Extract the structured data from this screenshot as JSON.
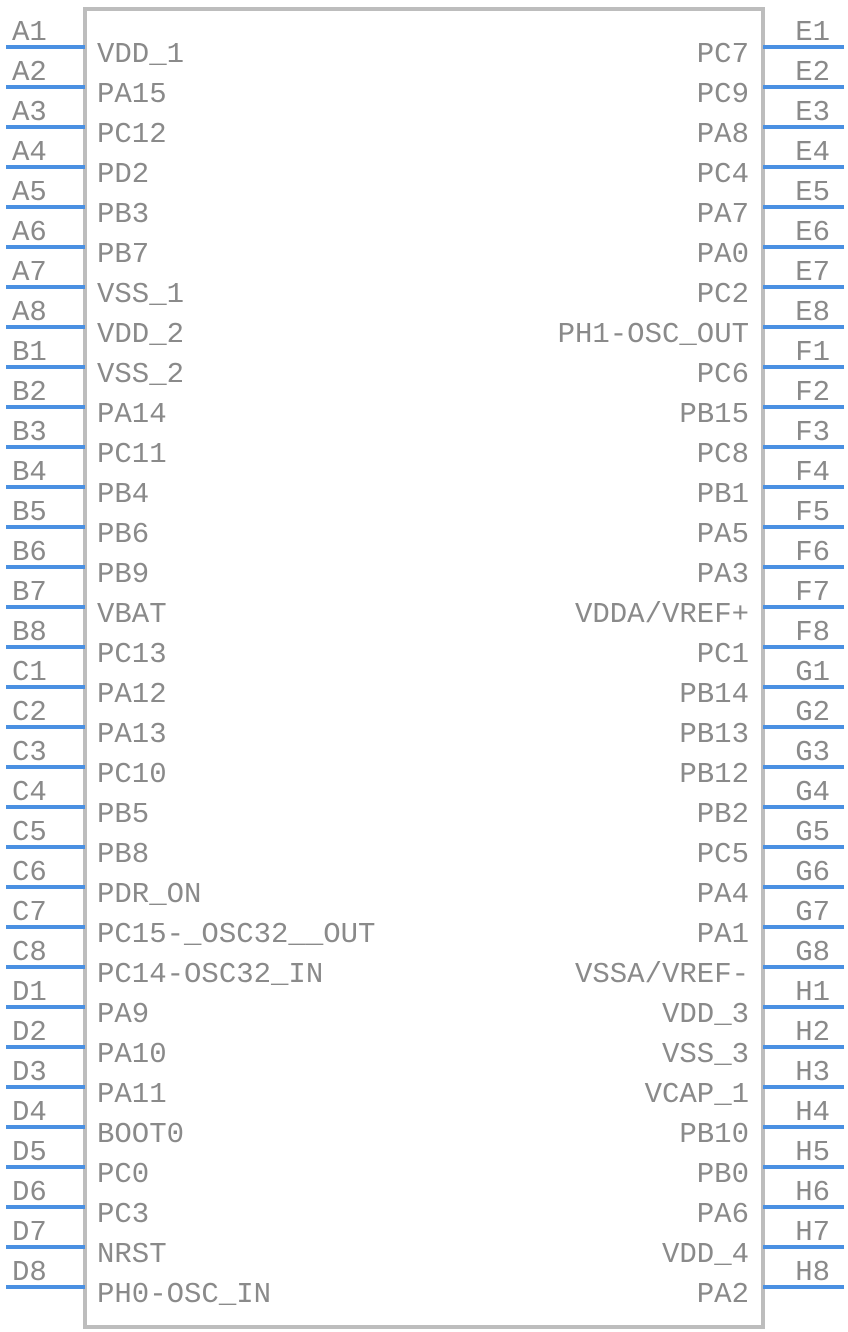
{
  "symbol": {
    "line_color": "#4a90e2",
    "outline_color": "#bdbdbd",
    "text_color": "#8a8a8a",
    "left_pins": [
      {
        "number": "A1",
        "name": "VDD_1"
      },
      {
        "number": "A2",
        "name": "PA15"
      },
      {
        "number": "A3",
        "name": "PC12"
      },
      {
        "number": "A4",
        "name": "PD2"
      },
      {
        "number": "A5",
        "name": "PB3"
      },
      {
        "number": "A6",
        "name": "PB7"
      },
      {
        "number": "A7",
        "name": "VSS_1"
      },
      {
        "number": "A8",
        "name": "VDD_2"
      },
      {
        "number": "B1",
        "name": "VSS_2"
      },
      {
        "number": "B2",
        "name": "PA14"
      },
      {
        "number": "B3",
        "name": "PC11"
      },
      {
        "number": "B4",
        "name": "PB4"
      },
      {
        "number": "B5",
        "name": "PB6"
      },
      {
        "number": "B6",
        "name": "PB9"
      },
      {
        "number": "B7",
        "name": "VBAT"
      },
      {
        "number": "B8",
        "name": "PC13"
      },
      {
        "number": "C1",
        "name": "PA12"
      },
      {
        "number": "C2",
        "name": "PA13"
      },
      {
        "number": "C3",
        "name": "PC10"
      },
      {
        "number": "C4",
        "name": "PB5"
      },
      {
        "number": "C5",
        "name": "PB8"
      },
      {
        "number": "C6",
        "name": "PDR_ON"
      },
      {
        "number": "C7",
        "name": "PC15-_OSC32__OUT"
      },
      {
        "number": "C8",
        "name": "PC14-OSC32_IN"
      },
      {
        "number": "D1",
        "name": "PA9"
      },
      {
        "number": "D2",
        "name": "PA10"
      },
      {
        "number": "D3",
        "name": "PA11"
      },
      {
        "number": "D4",
        "name": "BOOT0"
      },
      {
        "number": "D5",
        "name": "PC0"
      },
      {
        "number": "D6",
        "name": "PC3"
      },
      {
        "number": "D7",
        "name": "NRST"
      },
      {
        "number": "D8",
        "name": "PH0-OSC_IN"
      }
    ],
    "right_pins": [
      {
        "number": "E1",
        "name": "PC7"
      },
      {
        "number": "E2",
        "name": "PC9"
      },
      {
        "number": "E3",
        "name": "PA8"
      },
      {
        "number": "E4",
        "name": "PC4"
      },
      {
        "number": "E5",
        "name": "PA7"
      },
      {
        "number": "E6",
        "name": "PA0"
      },
      {
        "number": "E7",
        "name": "PC2"
      },
      {
        "number": "E8",
        "name": "PH1-OSC_OUT"
      },
      {
        "number": "F1",
        "name": "PC6"
      },
      {
        "number": "F2",
        "name": "PB15"
      },
      {
        "number": "F3",
        "name": "PC8"
      },
      {
        "number": "F4",
        "name": "PB1"
      },
      {
        "number": "F5",
        "name": "PA5"
      },
      {
        "number": "F6",
        "name": "PA3"
      },
      {
        "number": "F7",
        "name": "VDDA/VREF+"
      },
      {
        "number": "F8",
        "name": "PC1"
      },
      {
        "number": "G1",
        "name": "PB14"
      },
      {
        "number": "G2",
        "name": "PB13"
      },
      {
        "number": "G3",
        "name": "PB12"
      },
      {
        "number": "G4",
        "name": "PB2"
      },
      {
        "number": "G5",
        "name": "PC5"
      },
      {
        "number": "G6",
        "name": "PA4"
      },
      {
        "number": "G7",
        "name": "PA1"
      },
      {
        "number": "G8",
        "name": "VSSA/VREF-"
      },
      {
        "number": "H1",
        "name": "VDD_3"
      },
      {
        "number": "H2",
        "name": "VSS_3"
      },
      {
        "number": "H3",
        "name": "VCAP_1"
      },
      {
        "number": "H4",
        "name": "PB10"
      },
      {
        "number": "H5",
        "name": "PB0"
      },
      {
        "number": "H6",
        "name": "PA6"
      },
      {
        "number": "H7",
        "name": "VDD_4"
      },
      {
        "number": "H8",
        "name": "PA2"
      }
    ]
  }
}
